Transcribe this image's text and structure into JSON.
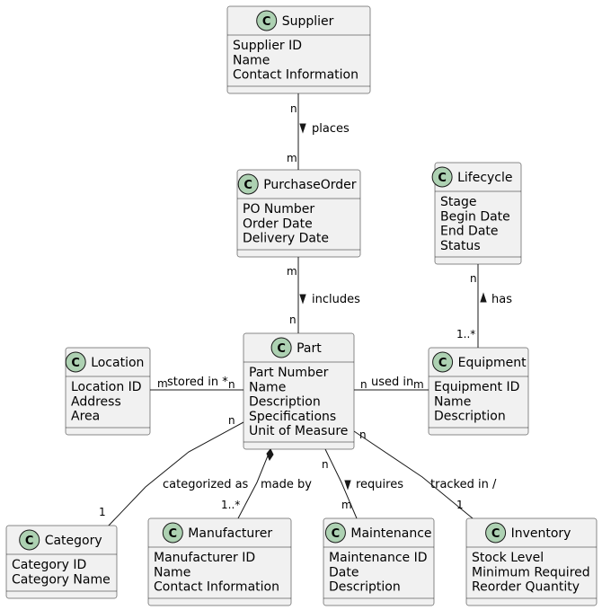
{
  "classes": {
    "supplier": {
      "stereotype": "C",
      "name": "Supplier",
      "attributes": [
        "Supplier ID",
        "Name",
        "Contact Information"
      ]
    },
    "purchase_order": {
      "stereotype": "C",
      "name": "PurchaseOrder",
      "attributes": [
        "PO Number",
        "Order Date",
        "Delivery Date"
      ]
    },
    "lifecycle": {
      "stereotype": "C",
      "name": "Lifecycle",
      "attributes": [
        "Stage",
        "Begin Date",
        "End Date",
        "Status"
      ]
    },
    "location": {
      "stereotype": "C",
      "name": "Location",
      "attributes": [
        "Location ID",
        "Address",
        "Area"
      ]
    },
    "part": {
      "stereotype": "C",
      "name": "Part",
      "attributes": [
        "Part Number",
        "Name",
        "Description",
        "Specifications",
        "Unit of Measure"
      ]
    },
    "equipment": {
      "stereotype": "C",
      "name": "Equipment",
      "attributes": [
        "Equipment ID",
        "Name",
        "Description"
      ]
    },
    "category": {
      "stereotype": "C",
      "name": "Category",
      "attributes": [
        "Category ID",
        "Category Name"
      ]
    },
    "manufacturer": {
      "stereotype": "C",
      "name": "Manufacturer",
      "attributes": [
        "Manufacturer ID",
        "Name",
        "Contact Information"
      ]
    },
    "maintenance": {
      "stereotype": "C",
      "name": "Maintenance",
      "attributes": [
        "Maintenance ID",
        "Date",
        "Description"
      ]
    },
    "inventory": {
      "stereotype": "C",
      "name": "Inventory",
      "attributes": [
        "Stock Level",
        "Minimum Required",
        "Reorder Quantity"
      ]
    }
  },
  "relations": {
    "places": {
      "label": "places",
      "from_mult": "n",
      "to_mult": "m"
    },
    "includes": {
      "label": "includes",
      "from_mult": "m",
      "to_mult": "n"
    },
    "has": {
      "label": "has",
      "from_mult": "n",
      "to_mult": "1..*"
    },
    "stored_in": {
      "label": "stored in *",
      "from_mult": "m",
      "to_mult": "n"
    },
    "used_in": {
      "label": "used in",
      "from_mult": "n",
      "to_mult": "m"
    },
    "categorized_as": {
      "label": "categorized as",
      "from_mult": "n",
      "to_mult": "1"
    },
    "made_by": {
      "label": "made by",
      "to_mult": "1..*"
    },
    "requires": {
      "label": "requires",
      "from_mult": "n",
      "to_mult": "m"
    },
    "tracked_in": {
      "label": "tracked in /",
      "from_mult": "n",
      "to_mult": "1"
    }
  }
}
